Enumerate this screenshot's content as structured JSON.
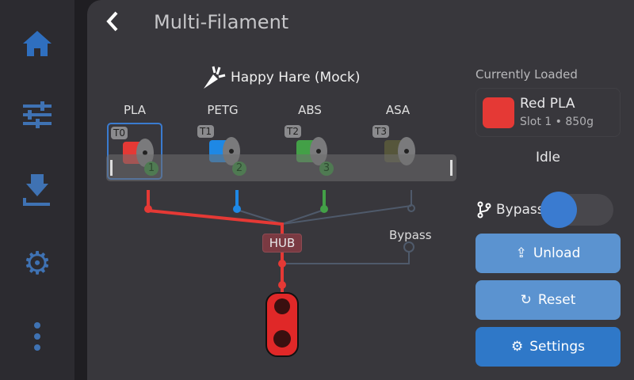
{
  "sidebar": {
    "items": [
      {
        "icon": "home-icon",
        "active": true
      },
      {
        "icon": "sliders-icon"
      },
      {
        "icon": "extruder-icon"
      },
      {
        "icon": "gear-icon"
      },
      {
        "icon": "more-vertical-icon"
      }
    ]
  },
  "header": {
    "title": "Multi-Filament"
  },
  "mmu": {
    "name": "Happy Hare (Mock)",
    "hub_label": "HUB",
    "bypass_label": "Bypass",
    "gates": [
      {
        "material": "PLA",
        "tool": "T0",
        "gate": "1",
        "color": "#e53935",
        "selected": true
      },
      {
        "material": "PETG",
        "tool": "T1",
        "gate": "2",
        "color": "#1e88e5"
      },
      {
        "material": "ABS",
        "tool": "T2",
        "gate": "3",
        "color": "#43a047"
      },
      {
        "material": "ASA",
        "tool": "T3",
        "gate": "",
        "color": "#6b6a3a"
      }
    ]
  },
  "status": {
    "loaded_heading": "Currently Loaded",
    "loaded_name": "Red PLA",
    "loaded_detail": "Slot 1 • 850g",
    "loaded_color": "#e53935",
    "state": "Idle"
  },
  "controls": {
    "bypass_label": "Bypass",
    "bypass_on": false,
    "unload": "Unload",
    "reset": "Reset",
    "settings": "Settings"
  },
  "colors": {
    "accent": "#2f78c8",
    "accent_light": "#5b93d0"
  }
}
